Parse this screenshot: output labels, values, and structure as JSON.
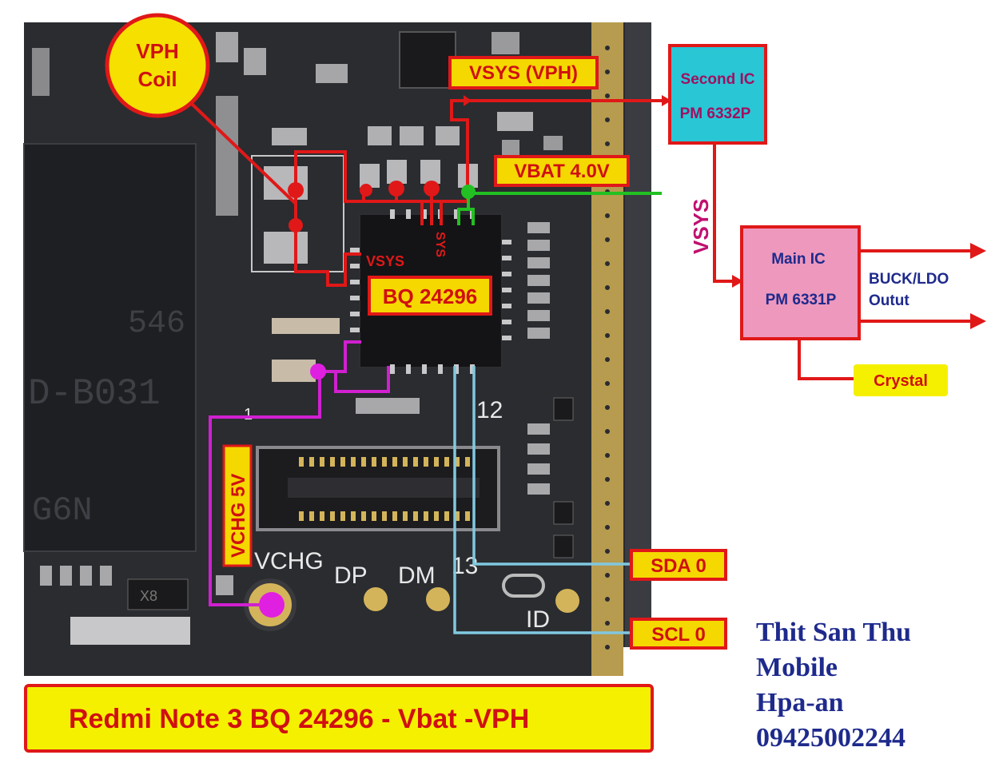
{
  "labels": {
    "vph_coil_line1": "VPH",
    "vph_coil_line2": "Coil",
    "vsys_vph": "VSYS (VPH)",
    "vbat": "VBAT 4.0V",
    "bq": "BQ 24296",
    "vsys_small": "VSYS",
    "sys_small": "SYS",
    "vchg_5v": "VCHG 5V",
    "sda": "SDA 0",
    "scl": "SCL 0",
    "vsys_vertical": "VSYS",
    "second_ic_line1": "Second IC",
    "second_ic_line2": "PM 6332P",
    "main_ic_line1": "Main IC",
    "main_ic_line2": "PM 6331P",
    "buck_line1": "BUCK/LDO",
    "buck_line2": "Outut",
    "crystal": "Crystal",
    "title": "Redmi Note 3 BQ 24296 - Vbat -VPH"
  },
  "silkscreen": {
    "vchg": "VCHG",
    "dp": "DP",
    "dm": "DM",
    "n13": "13",
    "n12": "12",
    "id": "ID",
    "x8": "X8",
    "pin1": "1",
    "chip_text1": "546",
    "chip_text2": "D-B031",
    "chip_text3": "G6N"
  },
  "credit": {
    "line1": "Thit San Thu",
    "line2": "Mobile",
    "line3": "Hpa-an",
    "line4": "09425002244"
  },
  "colors": {
    "board": "#2a2c30",
    "red_line": "#e01818",
    "green_line": "#22c022",
    "magenta_line": "#d020d0",
    "blue_line": "#80c8e0",
    "label_fill": "#f5d800",
    "second_ic_fill": "#29c6d6",
    "main_ic_fill": "#ee98be",
    "credit_text": "#1e2a8c"
  }
}
